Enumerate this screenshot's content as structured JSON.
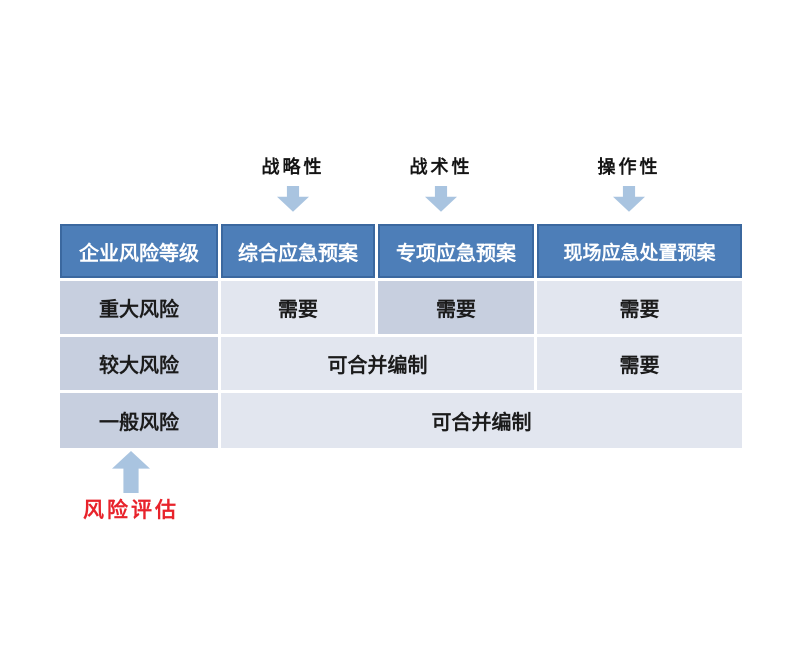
{
  "top_labels": [
    "战略性",
    "战术性",
    "操作性"
  ],
  "table": {
    "header": [
      "企业风险等级",
      "综合应急预案",
      "专项应急预案",
      "现场应急处置预案"
    ],
    "rows": [
      {
        "level": "重大风险",
        "cells": [
          "需要",
          "需要",
          "需要"
        ]
      },
      {
        "level": "较大风险",
        "cells": [
          "可合并编制",
          "需要"
        ]
      },
      {
        "level": "一般风险",
        "cells": [
          "可合并编制"
        ]
      }
    ]
  },
  "annotation": {
    "text": "风险评估"
  },
  "colors": {
    "header_bg": "#4d7eb8",
    "dark_cell_bg": "#c7cfdf",
    "light_cell_bg": "#e2e6ef",
    "arrow_blue": "#a9c4e0",
    "annotation_red": "#e8232b"
  }
}
